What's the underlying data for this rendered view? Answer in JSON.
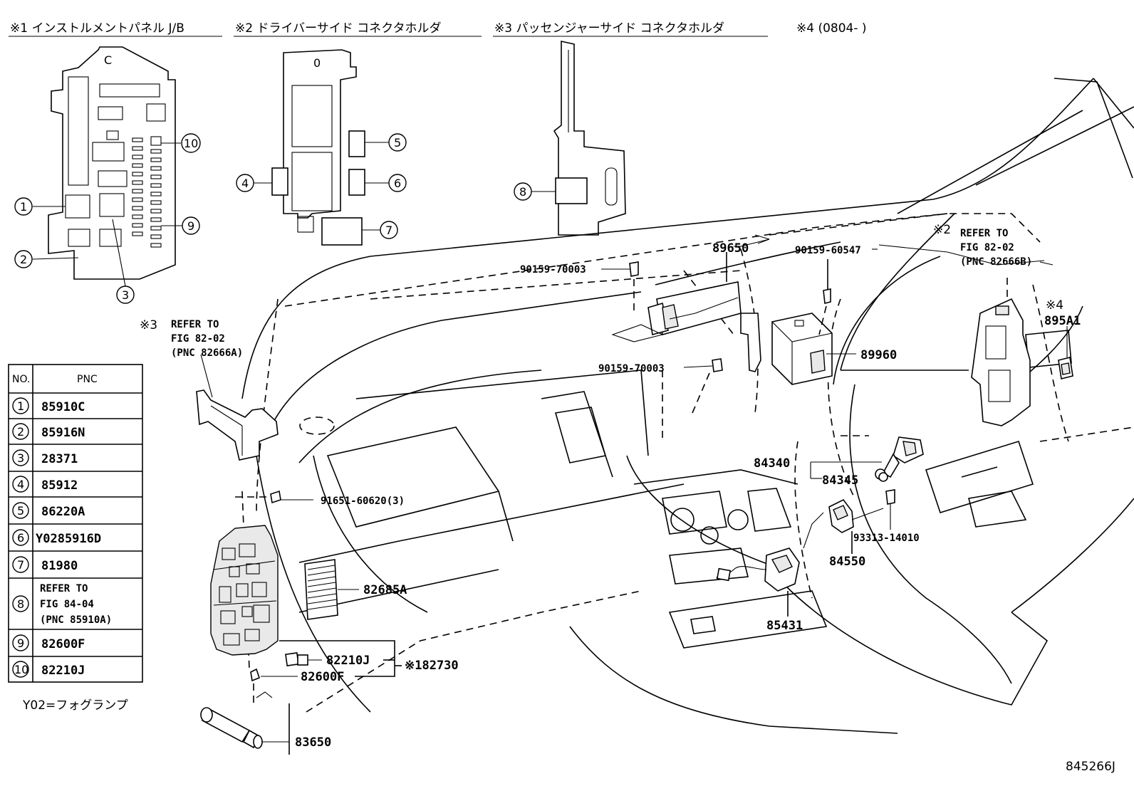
{
  "headers": {
    "h1": "※1 インストルメントパネル J/B",
    "h2": "※2 ドライバーサイド コネクタホルダ",
    "h3": "※3 パッセンジャーサイド コネクタホルダ",
    "h4": "※4 (0804-      )"
  },
  "callouts": {
    "c1": "1",
    "c2": "2",
    "c3": "3",
    "c4": "4",
    "c5": "5",
    "c6": "6",
    "c7": "7",
    "c8": "8",
    "c9": "9",
    "c10": "10"
  },
  "refs": {
    "ref3_mark": "※3",
    "ref3_line1": "REFER TO",
    "ref3_line2": "FIG 82-02",
    "ref3_line3": "(PNC 82666A)",
    "ref2_mark": "※2",
    "ref2_line1": "REFER TO",
    "ref2_line2": "FIG 82-02",
    "ref2_line3": "(PNC 82666B)",
    "ref4_mark": "※4"
  },
  "parts": {
    "p89650": "89650",
    "p90159_70003_a": "90159-70003",
    "p90159_60547": "90159-60547",
    "p90159_70003_b": "90159-70003",
    "p89960": "89960",
    "p895A1": "895A1",
    "p84340": "84340",
    "p84345": "84345",
    "p93313": "93313-14010",
    "p84550": "84550",
    "p85431": "85431",
    "p91651": "91651-60620(3)",
    "p82685A": "82685A",
    "p82210J": "82210J",
    "p82600F": "82600F",
    "p182730": "※182730",
    "p83650": "83650"
  },
  "table": {
    "col_no": "NO.",
    "col_pnc": "PNC",
    "rows": [
      {
        "no": "1",
        "pnc": "85910C"
      },
      {
        "no": "2",
        "pnc": "85916N"
      },
      {
        "no": "3",
        "pnc": "28371"
      },
      {
        "no": "4",
        "pnc": "85912"
      },
      {
        "no": "5",
        "pnc": "86220A"
      },
      {
        "no": "6",
        "pnc": "Y0285916D"
      },
      {
        "no": "7",
        "pnc": "81980"
      },
      {
        "no": "8",
        "pnc_line1": "REFER TO",
        "pnc_line2": "FIG 84-04",
        "pnc_line3": "(PNC 85910A)"
      },
      {
        "no": "9",
        "pnc": "82600F"
      },
      {
        "no": "10",
        "pnc": "82210J"
      }
    ]
  },
  "footnote": "Y02=フォグランプ",
  "diagram_id": "845266J"
}
